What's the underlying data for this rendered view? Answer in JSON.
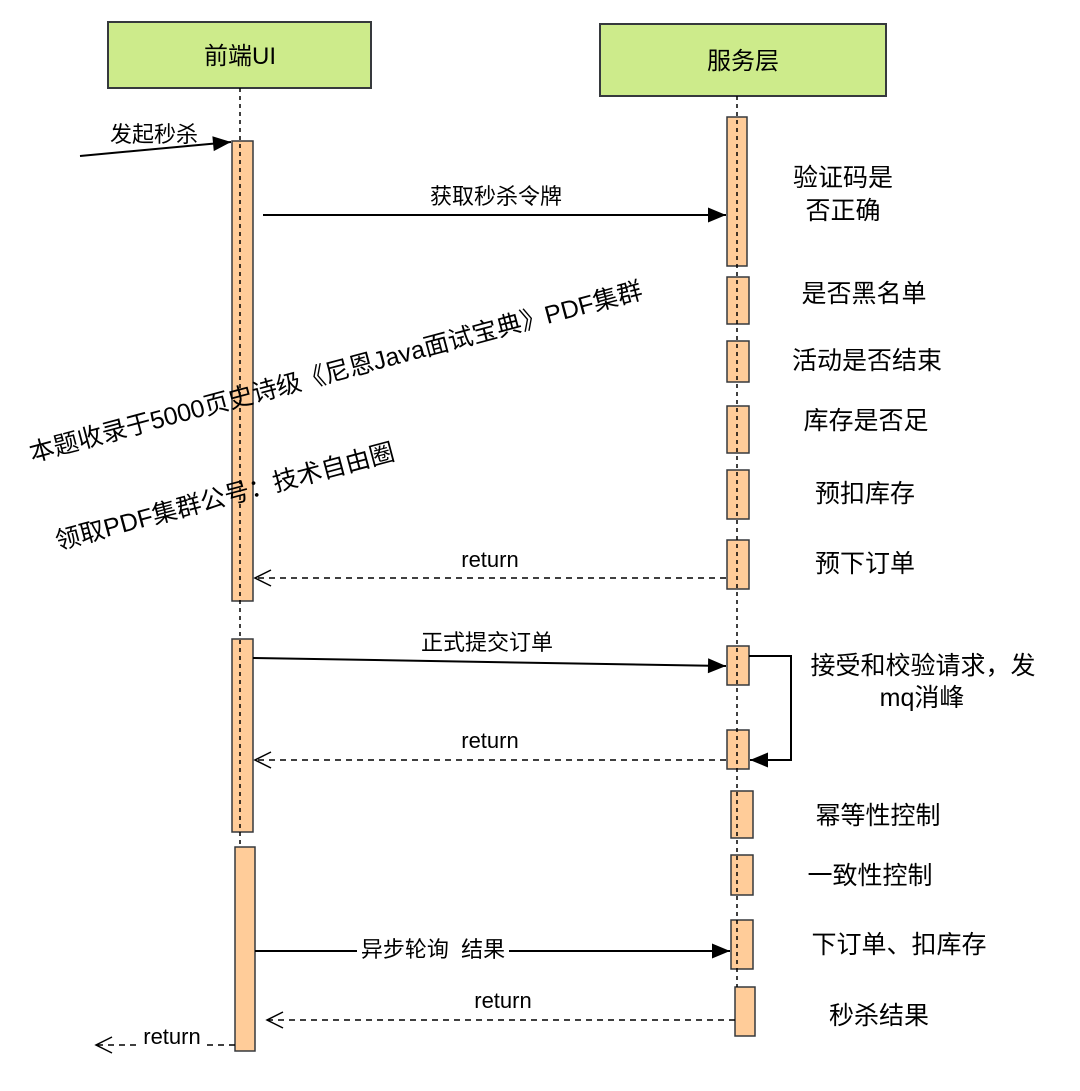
{
  "diagram": {
    "participants": [
      {
        "label": "前端UI"
      },
      {
        "label": "服务层"
      }
    ],
    "messages": [
      {
        "label": "发起秒杀"
      },
      {
        "label": "获取秒杀令牌"
      },
      {
        "label": "return"
      },
      {
        "label": "正式提交订单"
      },
      {
        "label": "return"
      },
      {
        "label": "异步轮询  结果"
      },
      {
        "label": "return"
      },
      {
        "label": "return"
      }
    ],
    "notes": [
      {
        "lines": [
          "验证码是",
          "否正确"
        ]
      },
      {
        "lines": [
          "是否黑名单"
        ]
      },
      {
        "lines": [
          "活动是否结束"
        ]
      },
      {
        "lines": [
          "库存是否足"
        ]
      },
      {
        "lines": [
          "预扣库存"
        ]
      },
      {
        "lines": [
          "预下订单"
        ]
      },
      {
        "lines": [
          "接受和校验请求，发",
          "mq消峰"
        ]
      },
      {
        "lines": [
          "幂等性控制"
        ]
      },
      {
        "lines": [
          "一致性控制"
        ]
      },
      {
        "lines": [
          "下订单、扣库存"
        ]
      },
      {
        "lines": [
          "秒杀结果"
        ]
      }
    ]
  },
  "watermark": {
    "lines": [
      "本题收录于5000页史诗级《尼恩Java面试宝典》PDF集群",
      "领取PDF集群公号：技术自由圈"
    ]
  },
  "colors": {
    "participant_fill": "#cdeb8b",
    "participant_stroke": "#36393d",
    "activation_fill": "#ffcc99",
    "activation_stroke": "#36393d",
    "line": "#000000",
    "background": "#ffffff"
  }
}
